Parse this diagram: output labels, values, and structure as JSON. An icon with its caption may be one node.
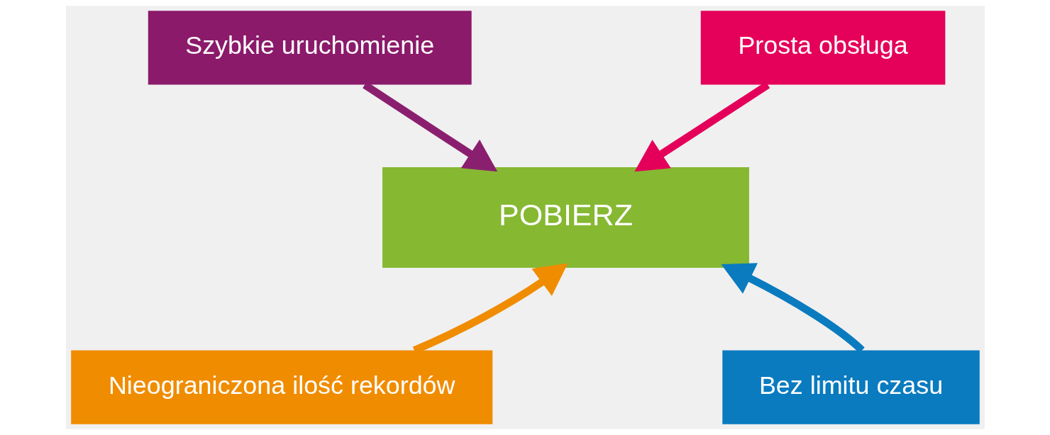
{
  "diagram": {
    "nodes": [
      {
        "text": [
          "Szybkie uruchomienie"
        ]
      },
      {
        "text": [
          "Prosta obsługa"
        ]
      },
      {
        "text": [
          "POBIERZ"
        ]
      },
      {
        "text": [
          "Nieograniczona ilość rekordów"
        ]
      },
      {
        "text": [
          "Bez limitu czasu"
        ]
      }
    ],
    "edges": [
      {
        "from": 0,
        "to": 2,
        "arrow": "to",
        "color": "#8b1f6f"
      },
      {
        "from": 1,
        "to": 2,
        "arrow": "to",
        "color": "#e4005a"
      },
      {
        "from": 3,
        "to": 2,
        "arrow": "to",
        "color": "#f08c00"
      },
      {
        "from": 4,
        "to": 2,
        "arrow": "to",
        "color": "#0a7bbf"
      }
    ]
  }
}
